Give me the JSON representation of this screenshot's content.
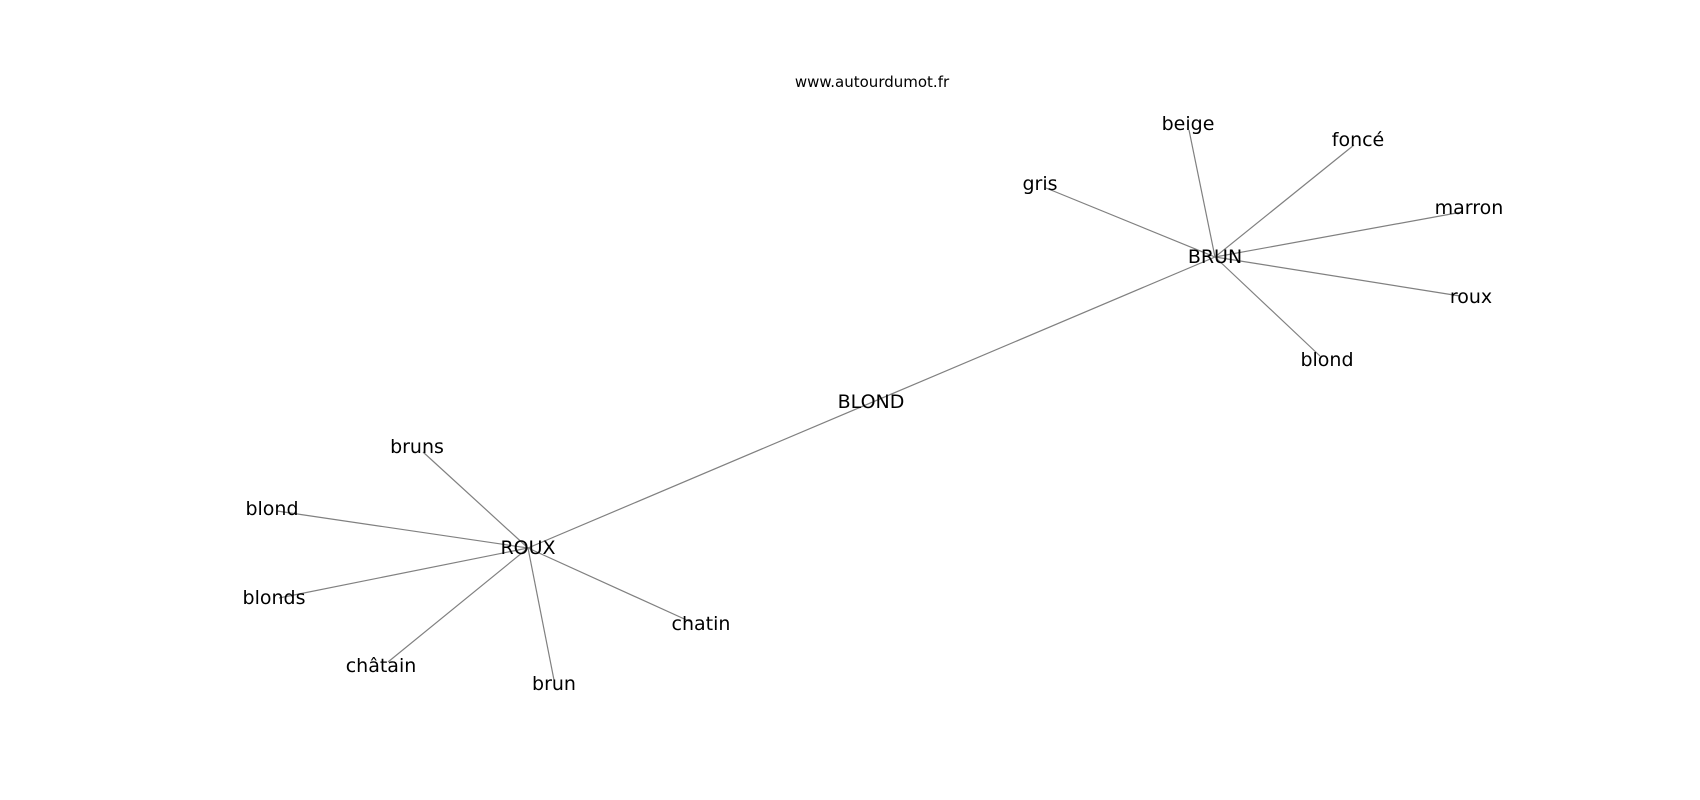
{
  "watermark": "www.autourdumot.fr",
  "edge_color": "#808080",
  "text_color": "#000000",
  "background": "#ffffff",
  "nodes": [
    {
      "id": "blond_center",
      "label": "BLOND"
    },
    {
      "id": "brun_hub",
      "label": "BRUN"
    },
    {
      "id": "roux_hub",
      "label": "ROUX"
    },
    {
      "id": "beige",
      "label": "beige"
    },
    {
      "id": "fonce",
      "label": "foncé"
    },
    {
      "id": "gris",
      "label": "gris"
    },
    {
      "id": "marron",
      "label": "marron"
    },
    {
      "id": "roux_leaf",
      "label": "roux"
    },
    {
      "id": "blond_leaf_brun",
      "label": "blond"
    },
    {
      "id": "bruns",
      "label": "bruns"
    },
    {
      "id": "blond_leaf_roux",
      "label": "blond"
    },
    {
      "id": "blonds",
      "label": "blonds"
    },
    {
      "id": "chatain_acc",
      "label": "châtain"
    },
    {
      "id": "brun_leaf",
      "label": "brun"
    },
    {
      "id": "chatin",
      "label": "chatin"
    }
  ],
  "edges": [
    [
      "roux_hub",
      "brun_hub"
    ],
    [
      "brun_hub",
      "beige"
    ],
    [
      "brun_hub",
      "fonce"
    ],
    [
      "brun_hub",
      "gris"
    ],
    [
      "brun_hub",
      "marron"
    ],
    [
      "brun_hub",
      "roux_leaf"
    ],
    [
      "brun_hub",
      "blond_leaf_brun"
    ],
    [
      "roux_hub",
      "bruns"
    ],
    [
      "roux_hub",
      "blond_leaf_roux"
    ],
    [
      "roux_hub",
      "blonds"
    ],
    [
      "roux_hub",
      "chatain_acc"
    ],
    [
      "roux_hub",
      "brun_leaf"
    ],
    [
      "roux_hub",
      "chatin"
    ]
  ]
}
